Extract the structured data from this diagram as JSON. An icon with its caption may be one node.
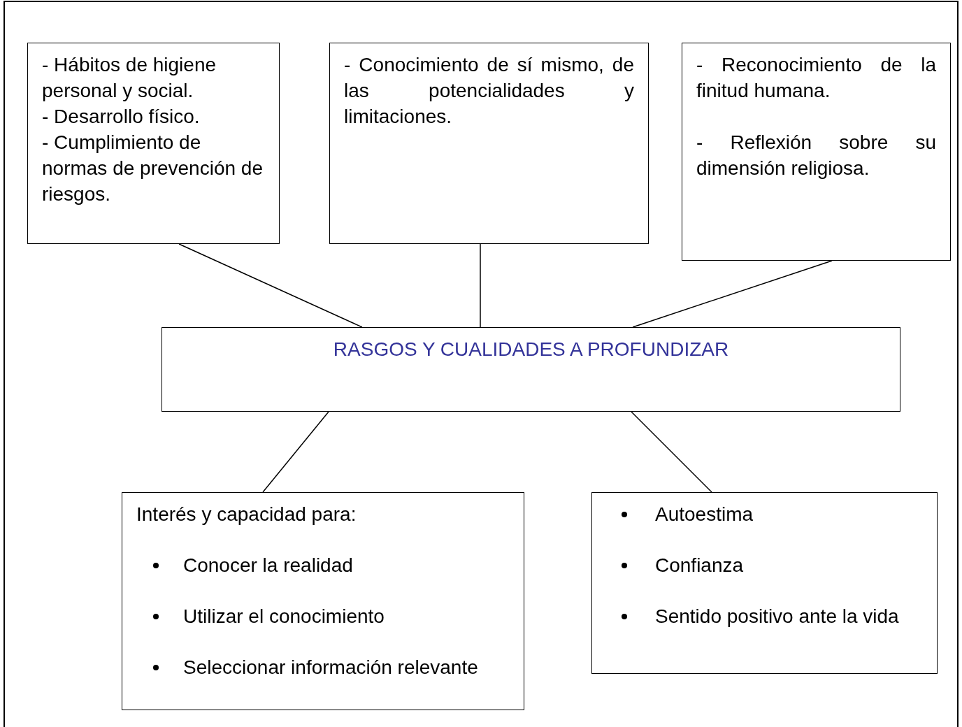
{
  "diagram": {
    "nodes": [
      {
        "text": [
          "- Hábitos de higiene personal y social.",
          "- Desarrollo físico.",
          "- Cumplimiento de normas de prevención de riesgos."
        ]
      },
      {
        "text": [
          "- Conocimiento de sí mismo, de las potencialidades y limitaciones."
        ]
      },
      {
        "text": [
          "- Reconocimiento de la finitud humana.",
          "- Reflexión sobre su dimensión religiosa."
        ]
      },
      {
        "text": [
          "RASGOS Y CUALIDADES A PROFUNDIZAR"
        ]
      },
      {
        "text": [
          "Interés y capacidad para:",
          "Conocer la realidad",
          "Utilizar el conocimiento",
          "Seleccionar información relevante"
        ]
      },
      {
        "text": [
          "Autoestima",
          "Confianza",
          "Sentido positivo ante la vida"
        ]
      }
    ],
    "edges": [
      {
        "from": 0,
        "to": 3,
        "arrow": "none"
      },
      {
        "from": 1,
        "to": 3,
        "arrow": "none"
      },
      {
        "from": 2,
        "to": 3,
        "arrow": "none"
      },
      {
        "from": 3,
        "to": 4,
        "arrow": "none"
      },
      {
        "from": 3,
        "to": 5,
        "arrow": "none"
      }
    ]
  }
}
